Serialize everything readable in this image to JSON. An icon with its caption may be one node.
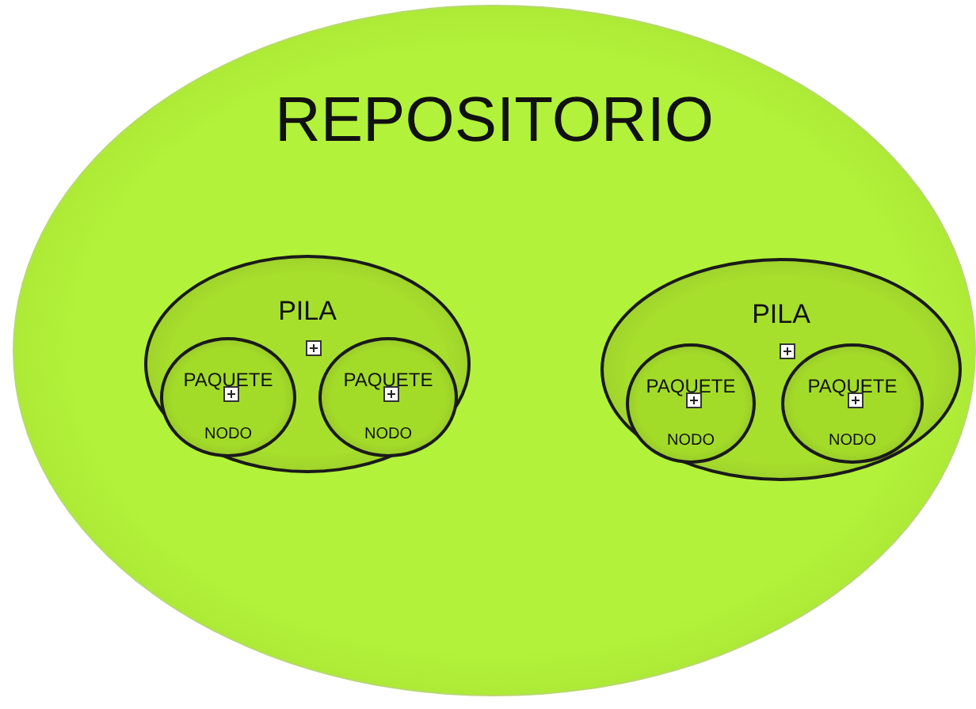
{
  "diagram": {
    "nodes": [
      {
        "text": [
          "REPOSITORIO"
        ]
      },
      {
        "text": [
          "PILA"
        ],
        "in": 0
      },
      {
        "text": [
          "PAQUETE",
          "NODO"
        ],
        "in": 1
      },
      {
        "text": [
          "PAQUETE",
          "NODO"
        ],
        "in": 1
      },
      {
        "text": [
          "PILA"
        ],
        "in": 0
      },
      {
        "text": [
          "PAQUETE",
          "NODO"
        ],
        "in": 4
      },
      {
        "text": [
          "PAQUETE",
          "NODO"
        ],
        "in": 4
      }
    ]
  }
}
